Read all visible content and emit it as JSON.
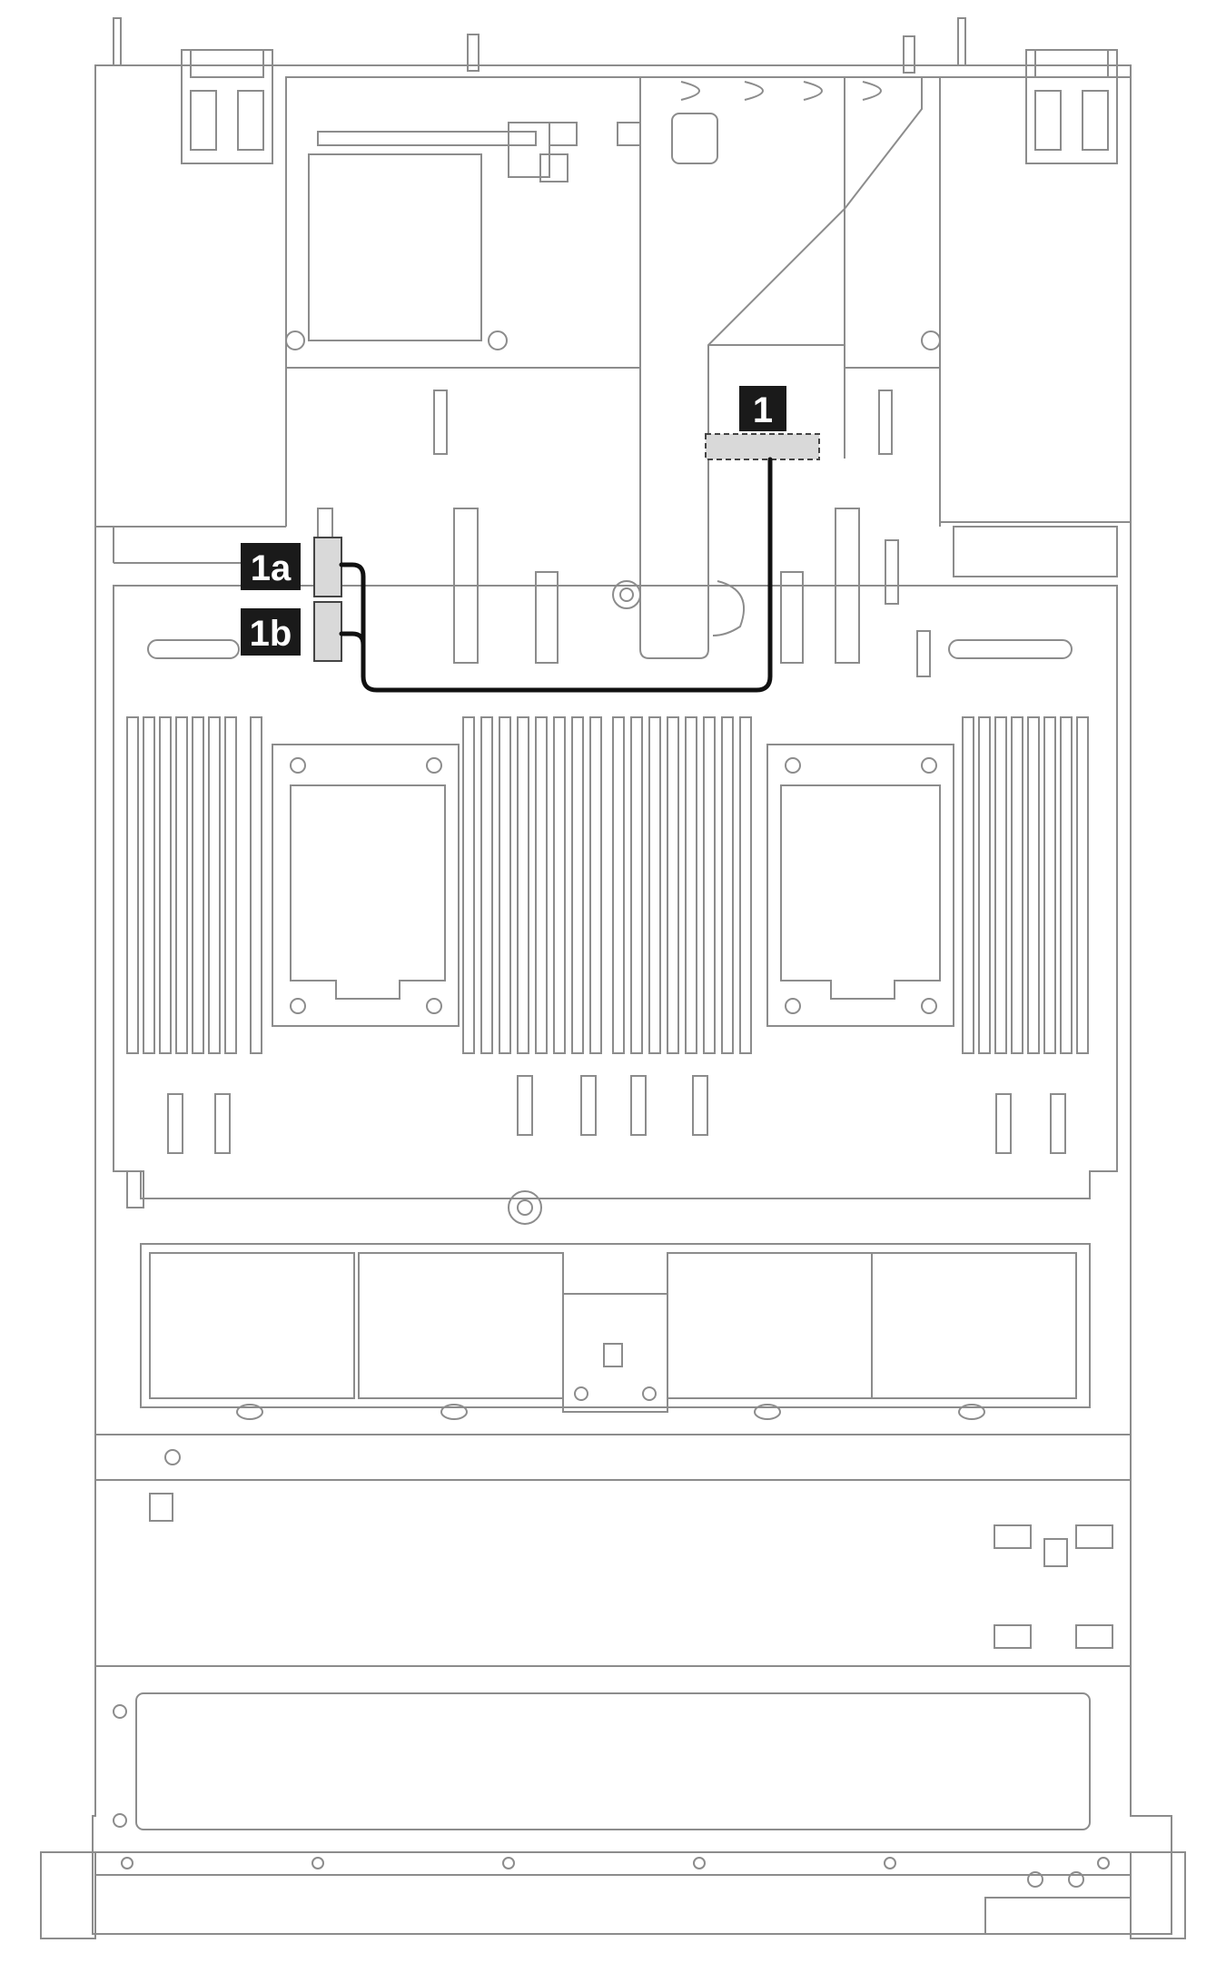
{
  "callouts": {
    "c1": {
      "label": "1"
    },
    "c1a": {
      "label": "1a"
    },
    "c1b": {
      "label": "1b"
    }
  },
  "colors": {
    "outline": "#8c8c8c",
    "cable": "#111111",
    "connector_fill": "#d9d9d9",
    "callout_bg": "#1a1a1a",
    "callout_text": "#ffffff"
  }
}
